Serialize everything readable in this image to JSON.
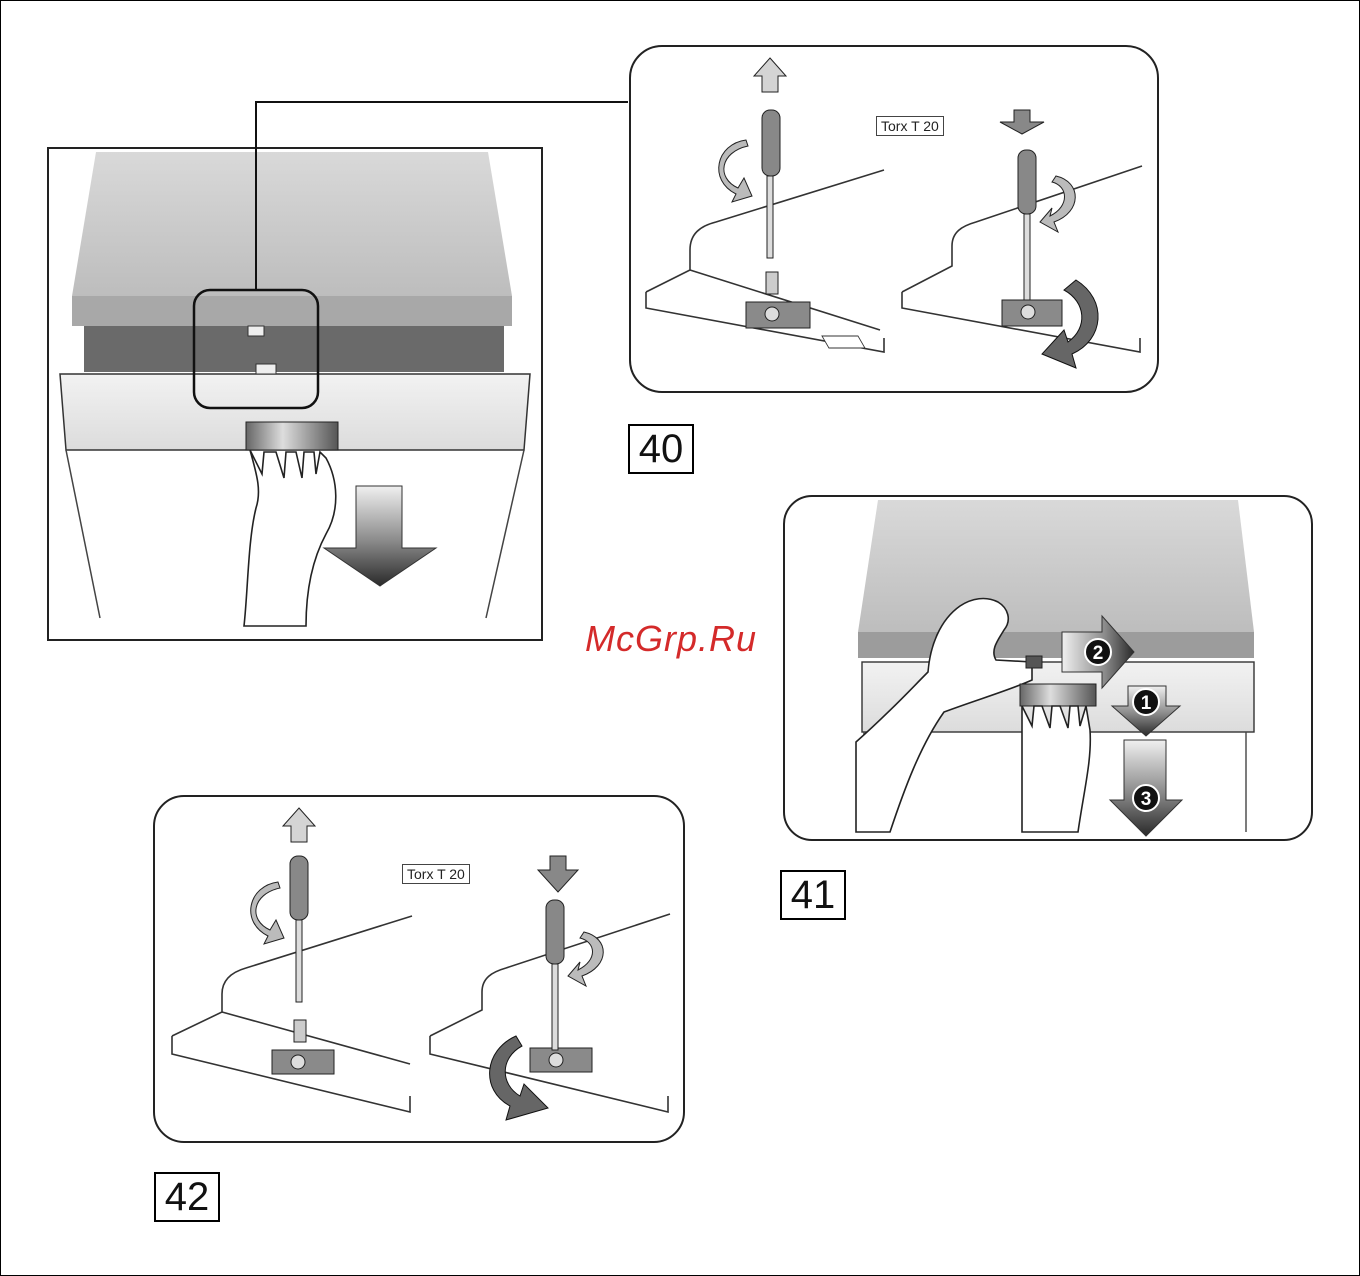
{
  "figures": [
    {
      "id": "fig-40",
      "number": "40"
    },
    {
      "id": "fig-41",
      "number": "41",
      "steps": [
        "1",
        "2",
        "3"
      ]
    },
    {
      "id": "fig-42",
      "number": "42"
    }
  ],
  "torx_label_40": "Torx T 20",
  "torx_label_42": "Torx T 20",
  "watermark": "McGrp.Ru"
}
